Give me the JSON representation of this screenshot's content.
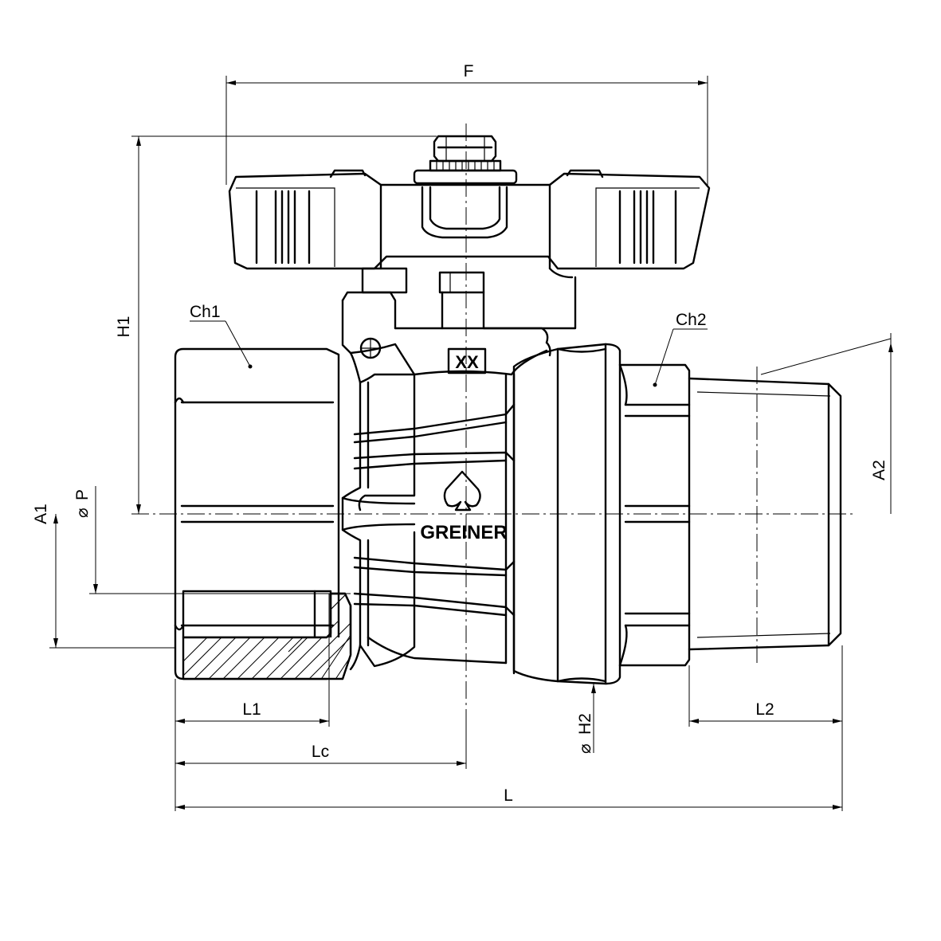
{
  "diagram": {
    "brand_text": "GREINER",
    "marking_text": "XX",
    "labels": {
      "F": "F",
      "H1": "H1",
      "Ch1": "Ch1",
      "Ch2": "Ch2",
      "A1": "A1",
      "P": "P",
      "A2": "A2",
      "L1": "L1",
      "Lc": "Lc",
      "L": "L",
      "L2": "L2",
      "H2": "H2"
    },
    "diameter_symbol": "⌀"
  }
}
